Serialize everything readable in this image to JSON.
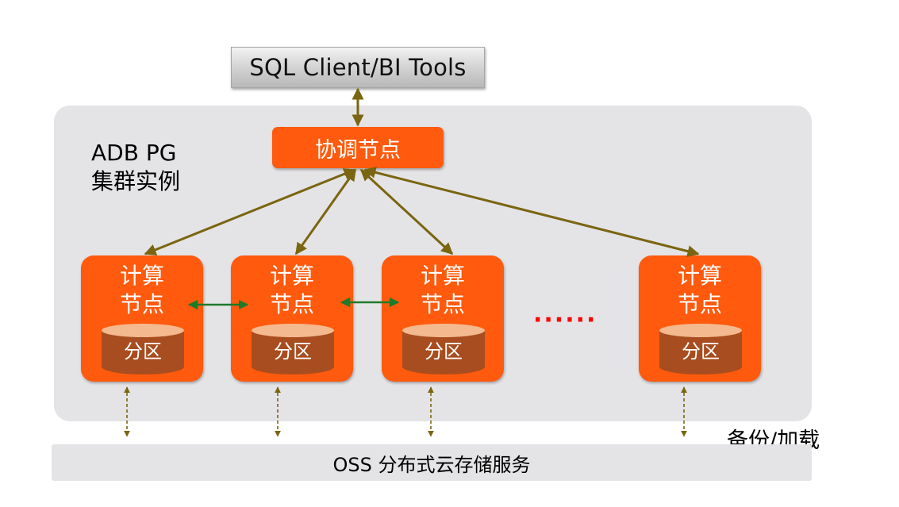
{
  "client": {
    "label": "SQL Client/BI Tools"
  },
  "cluster": {
    "line1": "ADB PG",
    "line2": "集群实例"
  },
  "coordinator": {
    "label": "协调节点"
  },
  "compute_nodes": [
    {
      "line1": "计算",
      "line2": "节点",
      "partition": "分区"
    },
    {
      "line1": "计算",
      "line2": "节点",
      "partition": "分区"
    },
    {
      "line1": "计算",
      "line2": "节点",
      "partition": "分区"
    },
    {
      "line1": "计算",
      "line2": "节点",
      "partition": "分区"
    }
  ],
  "ellipsis": "······",
  "backup_label": "备份/加载",
  "storage": {
    "label": "OSS 分布式云存储服务"
  },
  "colors": {
    "node_orange": "#ff5a0d",
    "partition_body": "#a84d1f",
    "partition_top": "#f4b98e",
    "link_olive": "#7a6510",
    "interconnect_green": "#1f7a2a",
    "ellipsis_red": "#ff0000",
    "panel_gray": "#e4e4e7"
  }
}
